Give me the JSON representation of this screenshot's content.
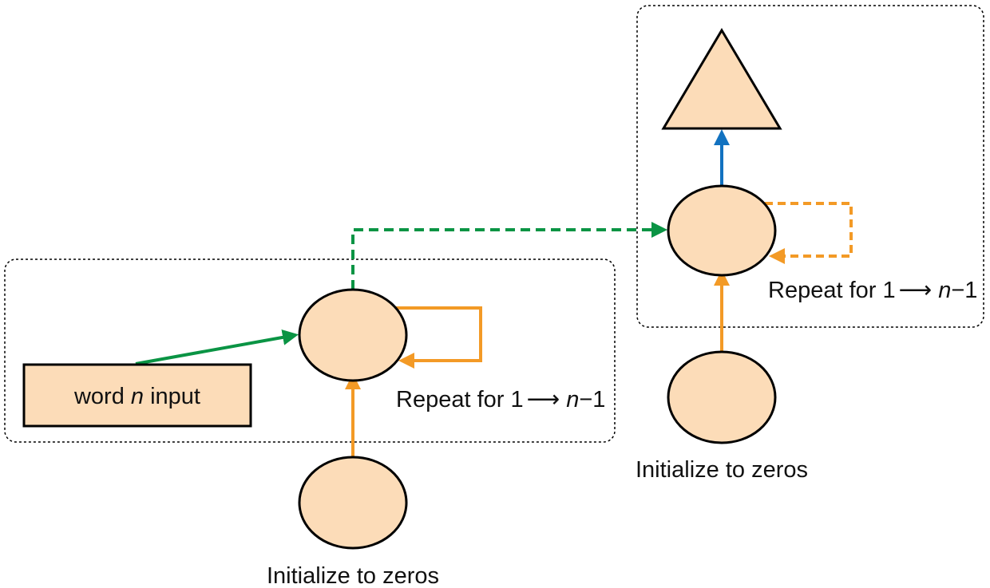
{
  "colors": {
    "node_fill": "#fcdcb8",
    "outline": "#000000",
    "orange": "#f39a26",
    "green": "#0a9444",
    "blue": "#1272c0"
  },
  "encoder": {
    "input_label": {
      "pre": "word ",
      "var": "n",
      "post": " input"
    },
    "repeat_label": {
      "pre": "Repeat for 1",
      "arrow": "⟶",
      "var": "n",
      "post": "−1"
    },
    "init_label": "Initialize to zeros"
  },
  "decoder": {
    "repeat_label": {
      "pre": "Repeat for 1",
      "arrow": "⟶",
      "var": "n",
      "post": "−1"
    },
    "init_label": "Initialize to zeros"
  }
}
